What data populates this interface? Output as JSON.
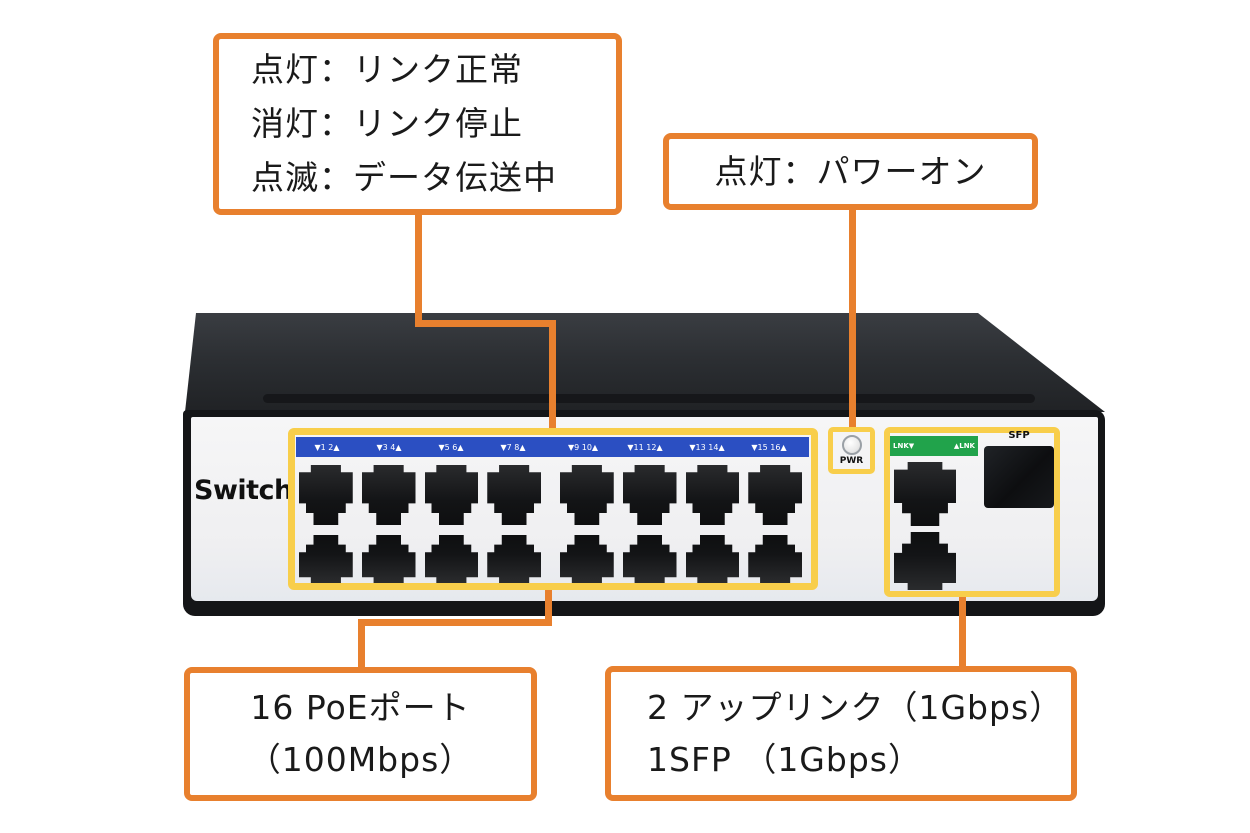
{
  "callouts": {
    "link_led": {
      "lines": [
        "点灯：リンク正常",
        "消灯：リンク停止",
        "点滅：データ伝送中"
      ]
    },
    "power_led": {
      "text": "点灯：パワーオン"
    },
    "poe_ports": {
      "lines": [
        "16 PoEポート",
        "（100Mbps）"
      ]
    },
    "uplink": {
      "lines": [
        "2 アップリンク（1Gbps）",
        "1SFP （1Gbps）"
      ]
    }
  },
  "device": {
    "brand_label": "Switch",
    "pwr_led_label": "PWR",
    "sfp_label": "SFP",
    "uplink_led_left": "LNK▼",
    "uplink_led_right": "▲LNK",
    "port_group_labels": [
      "▼1 2▲",
      "▼3 4▲",
      "▼5 6▲",
      "▼7 8▲",
      "▼9 10▲",
      "▼11 12▲",
      "▼13 14▲",
      "▼15 16▲"
    ]
  },
  "colors": {
    "callout_orange": "#E8802E",
    "highlight_yellow": "#F8CE4B",
    "port_strip_blue": "#2B4FC2",
    "uplink_strip_green": "#21A34B"
  }
}
